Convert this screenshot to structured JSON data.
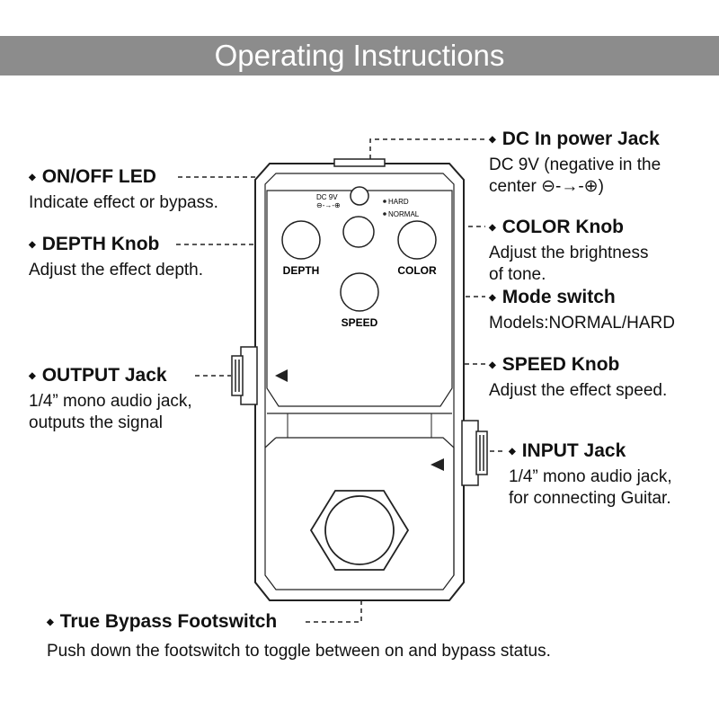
{
  "header": {
    "title": "Operating Instructions"
  },
  "callouts": {
    "on_off_led": {
      "title": "ON/OFF LED",
      "desc": [
        "Indicate effect or bypass."
      ]
    },
    "depth_knob": {
      "title": "DEPTH Knob",
      "desc": [
        "Adjust the effect depth."
      ]
    },
    "output_jack": {
      "title": "OUTPUT Jack",
      "desc": [
        "1/4” mono audio jack,",
        "outputs the signal"
      ]
    },
    "dc_jack": {
      "title": "DC In power Jack",
      "desc": [
        "DC 9V (negative in the",
        "center ⊖-→-⊕)"
      ]
    },
    "color_knob": {
      "title": "COLOR Knob",
      "desc": [
        "Adjust the brightness",
        "of tone."
      ]
    },
    "mode_switch": {
      "title": "Mode switch",
      "desc": [
        "Models:NORMAL/HARD"
      ]
    },
    "speed_knob": {
      "title": "SPEED Knob",
      "desc": [
        "Adjust the effect speed."
      ]
    },
    "input_jack": {
      "title": "INPUT Jack",
      "desc": [
        "1/4” mono audio jack,",
        "for connecting Guitar."
      ]
    },
    "footswitch": {
      "title": "True Bypass Footswitch",
      "desc": [
        "Push down the footswitch to toggle between on and bypass status."
      ]
    }
  },
  "pedal": {
    "depth_label": "DEPTH",
    "color_label": "COLOR",
    "speed_label": "SPEED",
    "dc_label": "DC 9V",
    "dc_symbol": "⊖-→-⊕",
    "hard_label": "HARD",
    "normal_label": "NORMAL"
  }
}
